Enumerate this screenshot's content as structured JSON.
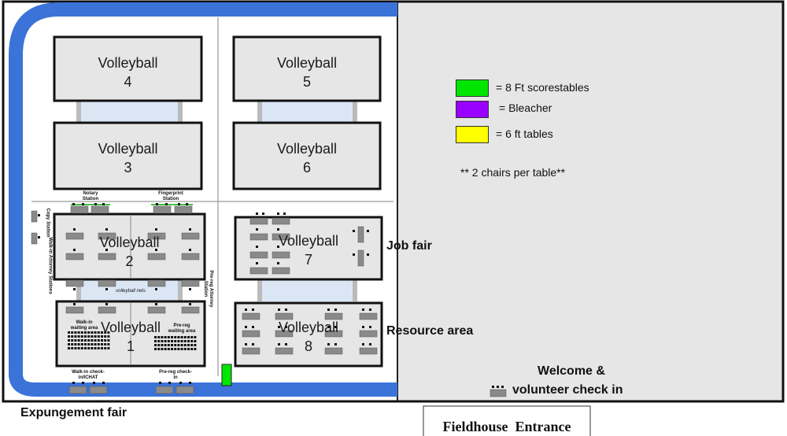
{
  "courts": [
    {
      "id": 4,
      "title": "Volleyball",
      "number": "4"
    },
    {
      "id": 5,
      "title": "Volleyball",
      "number": "5"
    },
    {
      "id": 3,
      "title": "Volleyball",
      "number": "3"
    },
    {
      "id": 6,
      "title": "Volleyball",
      "number": "6"
    },
    {
      "id": 2,
      "title": "Volleyball",
      "number": "2"
    },
    {
      "id": 7,
      "title": "Volleyball",
      "number": "7"
    },
    {
      "id": 1,
      "title": "Volleyball",
      "number": "1"
    },
    {
      "id": 8,
      "title": "Volleyball",
      "number": "8"
    }
  ],
  "legend": {
    "items": [
      {
        "color": "#00e600",
        "label": "= 8 Ft scorestables"
      },
      {
        "color": "#9900ff",
        "label": "= Bleacher"
      },
      {
        "color": "#ffff00",
        "label": "= 6 ft tables"
      }
    ],
    "note": "** 2 chairs per table**"
  },
  "stations": {
    "notary": "Notary Station",
    "fingerprint": "Fingerprint Station",
    "copy": "Copy Station",
    "walkin_attorney": "Walk-in Attorney Stations",
    "prereg_attorney": "Pre-reg Attorney Station",
    "volleyball_nets": "volleyball nets",
    "walkin_waiting": "Walk-in waiting area",
    "prereg_waiting": "Pre-reg waiting area",
    "walkin_checkin": "Walk-in check-in/ICHAT",
    "prereg_checkin": "Pre-reg check-in"
  },
  "areas": {
    "job_fair": "Job fair",
    "resource_area": "Resource area",
    "welcome_line1": "Welcome &",
    "welcome_line2": "volunteer check in",
    "expungement_fair": "Expungement fair",
    "entrance": "Fieldhouse  Entrance"
  }
}
